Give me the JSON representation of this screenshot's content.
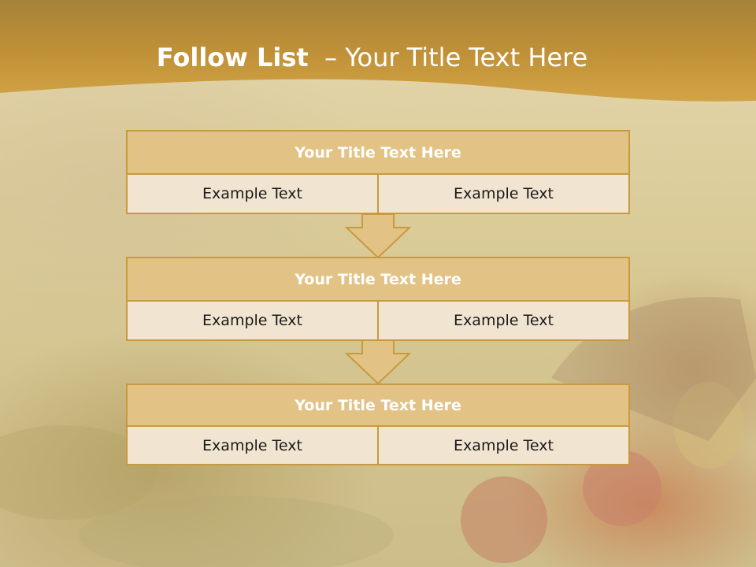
{
  "slide": {
    "title_bold": "Follow List",
    "title_rest": "  – Your Title Text Here"
  },
  "colors": {
    "header_gold": "#c2902f",
    "box_title_fill": "#e3c385",
    "box_border": "#c79a3f",
    "cell_fill": "#f1e5d1"
  },
  "groups": [
    {
      "title": "Your Title Text Here",
      "cells": [
        "Example Text",
        "Example Text"
      ]
    },
    {
      "title": "Your Title Text Here",
      "cells": [
        "Example Text",
        "Example Text"
      ]
    },
    {
      "title": "Your Title Text Here",
      "cells": [
        "Example Text",
        "Example Text"
      ]
    }
  ],
  "icons": [
    "down-arrow-icon",
    "down-arrow-icon"
  ]
}
